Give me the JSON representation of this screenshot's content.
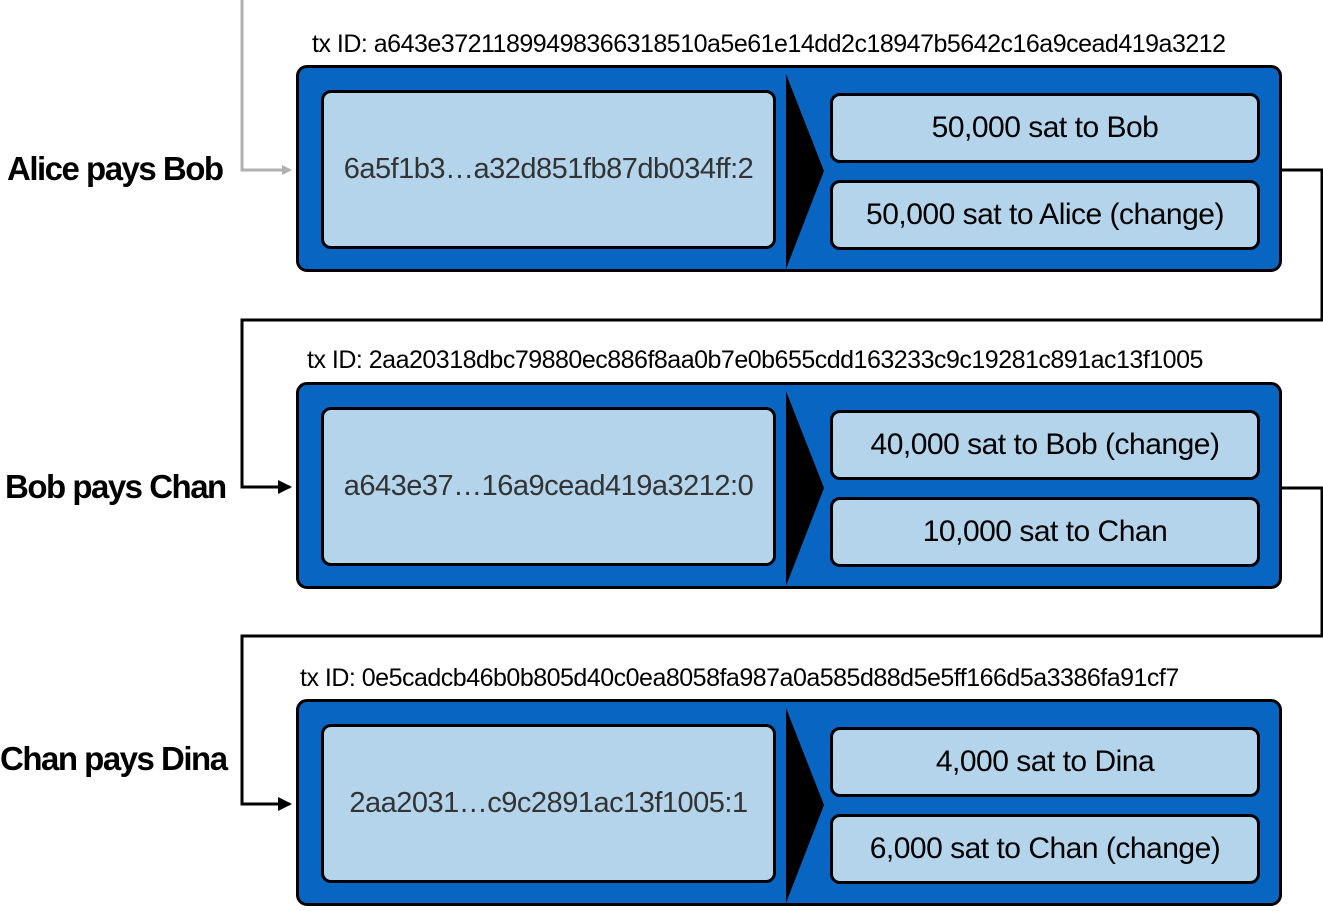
{
  "transactions": [
    {
      "label": "Alice pays Bob",
      "txid": "tx ID: a643e37211899498366318510a5e61e14dd2c18947b5642c16a9cead419a3212",
      "input": "6a5f1b3…a32d851fb87db034ff:2",
      "outputs": [
        "50,000 sat to Bob",
        "50,000 sat to Alice (change)"
      ]
    },
    {
      "label": "Bob pays Chan",
      "txid": "tx ID: 2aa20318dbc79880ec886f8aa0b7e0b655cdd163233c9c19281c891ac13f1005",
      "input": "a643e37…16a9cead419a3212:0",
      "outputs": [
        "40,000 sat to Bob (change)",
        "10,000 sat to Chan"
      ]
    },
    {
      "label": "Chan pays Dina",
      "txid": "tx ID: 0e5cadcb46b0b805d40c0ea8058fa987a0a585d88d5e5ff166d5a3386fa91cf7",
      "input": "2aa2031…c9c2891ac13f1005:1",
      "outputs": [
        "4,000 sat to Dina",
        "6,000 sat to Chan (change)"
      ]
    }
  ],
  "colors": {
    "tx_box": "#0865c1",
    "io_box": "#b3d4ea",
    "incoming_line": "#b0b0b0",
    "link_line": "#000000"
  }
}
